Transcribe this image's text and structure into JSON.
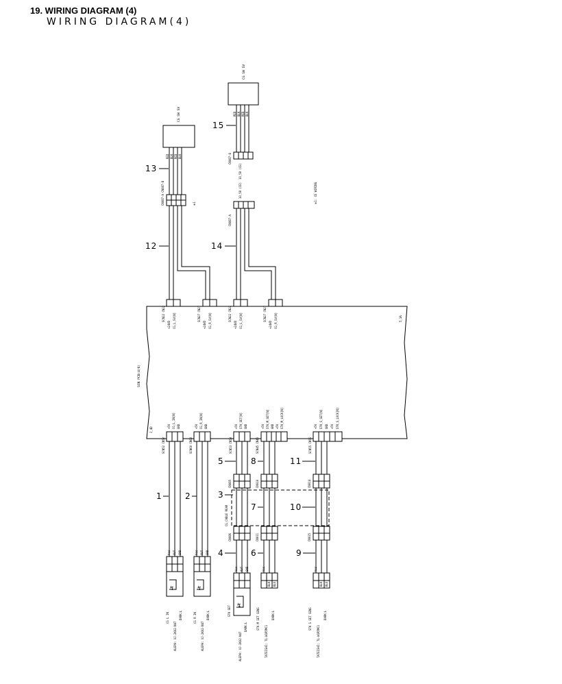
{
  "header": {
    "title": "19. WIRING DIAGRAM (4)",
    "subtitle": "WIRING DIAGRAM(4)"
  },
  "board": {
    "name": "SCN PCB(4/6)",
    "code_right": "5_3A",
    "code_left": "J_4D"
  },
  "note": "※1: CE WIRING",
  "top_devices": [
    {
      "id": "cg-sw-sv-left",
      "label": "CG SW SV",
      "pins": [
        "RED",
        "BLK",
        "RED",
        "BLK"
      ],
      "pin_letters": [
        "A",
        "A",
        "B",
        "B"
      ],
      "relay_conn": "CN087-A CN087-B",
      "relay_note": "※1",
      "callouts": [
        "13",
        "12"
      ]
    },
    {
      "id": "cg-sw-sv-right",
      "label": "CG SW SV",
      "pins": [
        "RED",
        "BLK",
        "RED",
        "BLK"
      ],
      "pin_letters": [
        "A",
        "A",
        "B",
        "B"
      ],
      "relay_conn_top": "CN087-B",
      "relay_conn_top_note": "10_58 (CE)",
      "relay_conn": "CN087-A",
      "relay_conn_note": "10_58 (CE)",
      "callouts": [
        "15",
        "14"
      ]
    }
  ],
  "top_connectors": [
    {
      "id": "scn22-a",
      "name": "SCN22 CN22",
      "pins": [
        "+24VD",
        "CG_L_SV[N]"
      ]
    },
    {
      "id": "scn27-a",
      "name": "SCN27 CN27",
      "pins": [
        "+24VD",
        "CG_R_SV[N]"
      ]
    },
    {
      "id": "scn22-b",
      "name": "SCN22 CN22",
      "pins": [
        "+24VD",
        "CG_L_SV[N]"
      ]
    },
    {
      "id": "scn27-b",
      "name": "SCN27 CN27",
      "pins": [
        "+24VD",
        "CG_R_SV[N]"
      ]
    }
  ],
  "bottom_connectors": [
    {
      "id": "scn52",
      "name": "SCN52 CN52",
      "pins": [
        "+5V",
        "CG_L_IN[N]",
        "GND"
      ]
    },
    {
      "id": "scn60",
      "name": "SCN60 CN60",
      "pins": [
        "+5V",
        "CG_R_IN[N]",
        "GND"
      ]
    },
    {
      "id": "scn53",
      "name": "SCN53 CN53",
      "pins": [
        "+5V",
        "STK_SET[N]",
        "GND"
      ]
    },
    {
      "id": "scn45",
      "name": "SCN45 CN45",
      "pins": [
        "+5V",
        "STK_M_SET[N]",
        "GND",
        "+5V",
        "STK_M_LOCK[N]"
      ]
    },
    {
      "id": "scn55",
      "name": "SCN55 CN55",
      "pins": [
        "+5V",
        "STK_S_SET[N]",
        "GND",
        "+5V",
        "STK_S_LOCK[N]"
      ]
    }
  ],
  "cable_group": {
    "label": "CG_CABLE REAR",
    "relay_a": [
      "CN085",
      "CN010",
      "CN014"
    ],
    "relay_b": [
      "CN086",
      "CN011",
      "CN015"
    ]
  },
  "callouts_bottom": [
    "1",
    "2",
    "3",
    "4",
    "5",
    "6",
    "7",
    "8",
    "9",
    "10",
    "11"
  ],
  "sensors": [
    {
      "id": "cg-l-in",
      "pins": [
        "Vcc",
        "OUT",
        "GND"
      ],
      "name": "CG L IN",
      "part": "ALEPH: OJ-2K02-N47",
      "mode": "DARK:L"
    },
    {
      "id": "cg-r-in",
      "pins": [
        "Vcc",
        "OUT",
        "GND"
      ],
      "name": "CG R IN",
      "part": "ALEPH: OJ-2K02-N47",
      "mode": "DARK:L"
    },
    {
      "id": "stk-set",
      "pins": [
        "Vcc",
        "OUT",
        "GND"
      ],
      "name": "STK SET",
      "part": "ALEPH: OJ-2K02-N47",
      "mode": "DARK:L"
    },
    {
      "id": "stk-m-set",
      "pins": [
        "Vcc",
        "BLK",
        "BLU"
      ],
      "name": "STK M SET SENS",
      "part": "TATEISHI: TL-W1R5MC1",
      "mode": "DARK:L"
    },
    {
      "id": "stk-s-set",
      "pins": [
        "Vcc",
        "BLK",
        "BLU"
      ],
      "name": "STK S SET SENS",
      "part": "TATEISHI: TL-W1R5MC1",
      "mode": "DARK:L"
    }
  ]
}
